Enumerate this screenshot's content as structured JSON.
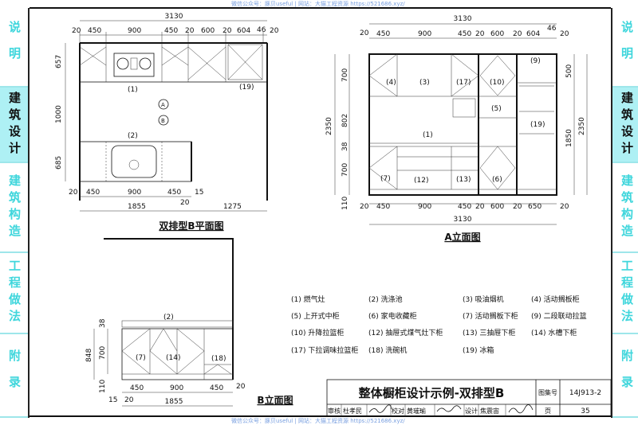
{
  "watermark_top": "微信公众号：豚贝useful | 网站：大猫工程资源 https://521686.xyz/",
  "watermark_bottom": "微信公众号：豚贝useful | 网站：大猫工程资源 https://521686.xyz/",
  "side_tabs": [
    {
      "label": "说明",
      "active": false
    },
    {
      "label": "建筑设计",
      "active": true
    },
    {
      "label": "建筑构造",
      "active": false
    },
    {
      "label": "工程做法",
      "active": false
    },
    {
      "label": "附录",
      "active": false
    }
  ],
  "colors": {
    "tab_text": "#3fd6dc",
    "tab_active_bg": "#aef0f4"
  },
  "plan": {
    "title": "双排型B平面图",
    "top_total": "3130",
    "top_dims": [
      "20",
      "450",
      "900",
      "450",
      "20",
      "600",
      "20",
      "604",
      "46",
      "20"
    ],
    "left_dims": [
      "657",
      "1000",
      "685"
    ],
    "bottom_dims": [
      "20",
      "450",
      "900",
      "450",
      "15",
      "20"
    ],
    "bottom_totals": [
      "1855",
      "1275"
    ],
    "labels": [
      "(1)",
      "(19)",
      "(2)",
      "A",
      "B"
    ]
  },
  "elev_a": {
    "title": "A立面图",
    "top_total": "3130",
    "top_dims": [
      "20",
      "450",
      "900",
      "450",
      "20",
      "600",
      "20",
      "604",
      "46",
      "20"
    ],
    "left_dims": [
      "700",
      "802",
      "38",
      "700",
      "110"
    ],
    "left_total": "2350",
    "right_dims": [
      "500",
      "1850"
    ],
    "right_total": "2350",
    "bottom_dims": [
      "20",
      "450",
      "900",
      "450",
      "20",
      "600",
      "20",
      "650",
      "20"
    ],
    "bottom_total": "3130",
    "labels": [
      "(4)",
      "(3)",
      "(17)",
      "(10)",
      "(9)",
      "(5)",
      "(19)",
      "(1)",
      "(7)",
      "(12)",
      "(13)",
      "(6)"
    ]
  },
  "elev_b": {
    "title": "B立面图",
    "left_dims": [
      "38",
      "700",
      "848",
      "110"
    ],
    "bottom_dims": [
      "450",
      "900",
      "450",
      "20",
      "15",
      "20"
    ],
    "bottom_total": "1855",
    "labels": [
      "(2)",
      "(7)",
      "(14)",
      "(18)"
    ]
  },
  "legend": [
    "(1) 燃气灶",
    "(2) 洗涤池",
    "(3) 吸油烟机",
    "(4) 活动搁板柜",
    "(5) 上开式中柜",
    "(6) 家电收藏柜",
    "(7) 活动搁板下柜",
    "(9) 二段联动拉篮",
    "(10) 升降拉篮柜",
    "(12) 抽屉式煤气灶下柜",
    "(13) 三抽屉下柜",
    "(14) 水槽下柜",
    "(17) 下拉调味拉篮柜",
    "(18) 洗碗机",
    "(19) 冰箱"
  ],
  "title_block": {
    "title": "整体橱柜设计示例-双排型B",
    "atlas_label": "图集号",
    "atlas_no": "14J913-2",
    "page_label": "页",
    "page_no": "35",
    "review_label": "审核",
    "reviewer": "杜孝民",
    "check_label": "校对",
    "checker": "黄璀瑜",
    "design_label": "设计",
    "designer": "焦震宙"
  }
}
